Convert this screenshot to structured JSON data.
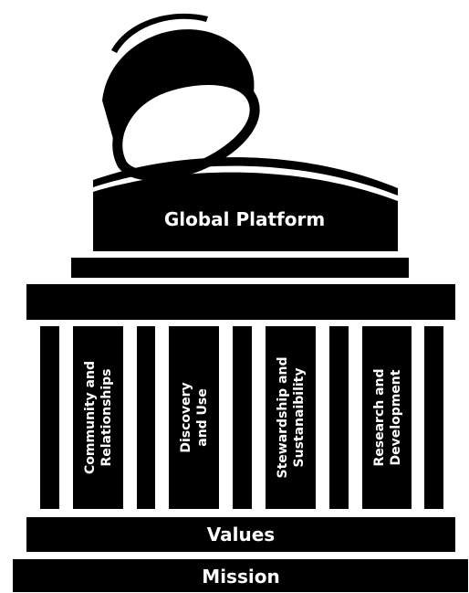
{
  "diagram": {
    "platform_label": "Global Platform",
    "values_label": "Values",
    "mission_label": "Mission",
    "pillars": [
      {
        "line1": "Community and",
        "line2": "Relationships"
      },
      {
        "line1": "Discovery",
        "line2": "and Use"
      },
      {
        "line1": "Stewardship and",
        "line2": "Sustanaibility"
      },
      {
        "line1": "Research and",
        "line2": "Development"
      }
    ]
  },
  "colors": {
    "foreground": "#000000",
    "background": "#ffffff",
    "text": "#ffffff"
  },
  "icons": {
    "dome": "open-dome-lid-icon"
  }
}
